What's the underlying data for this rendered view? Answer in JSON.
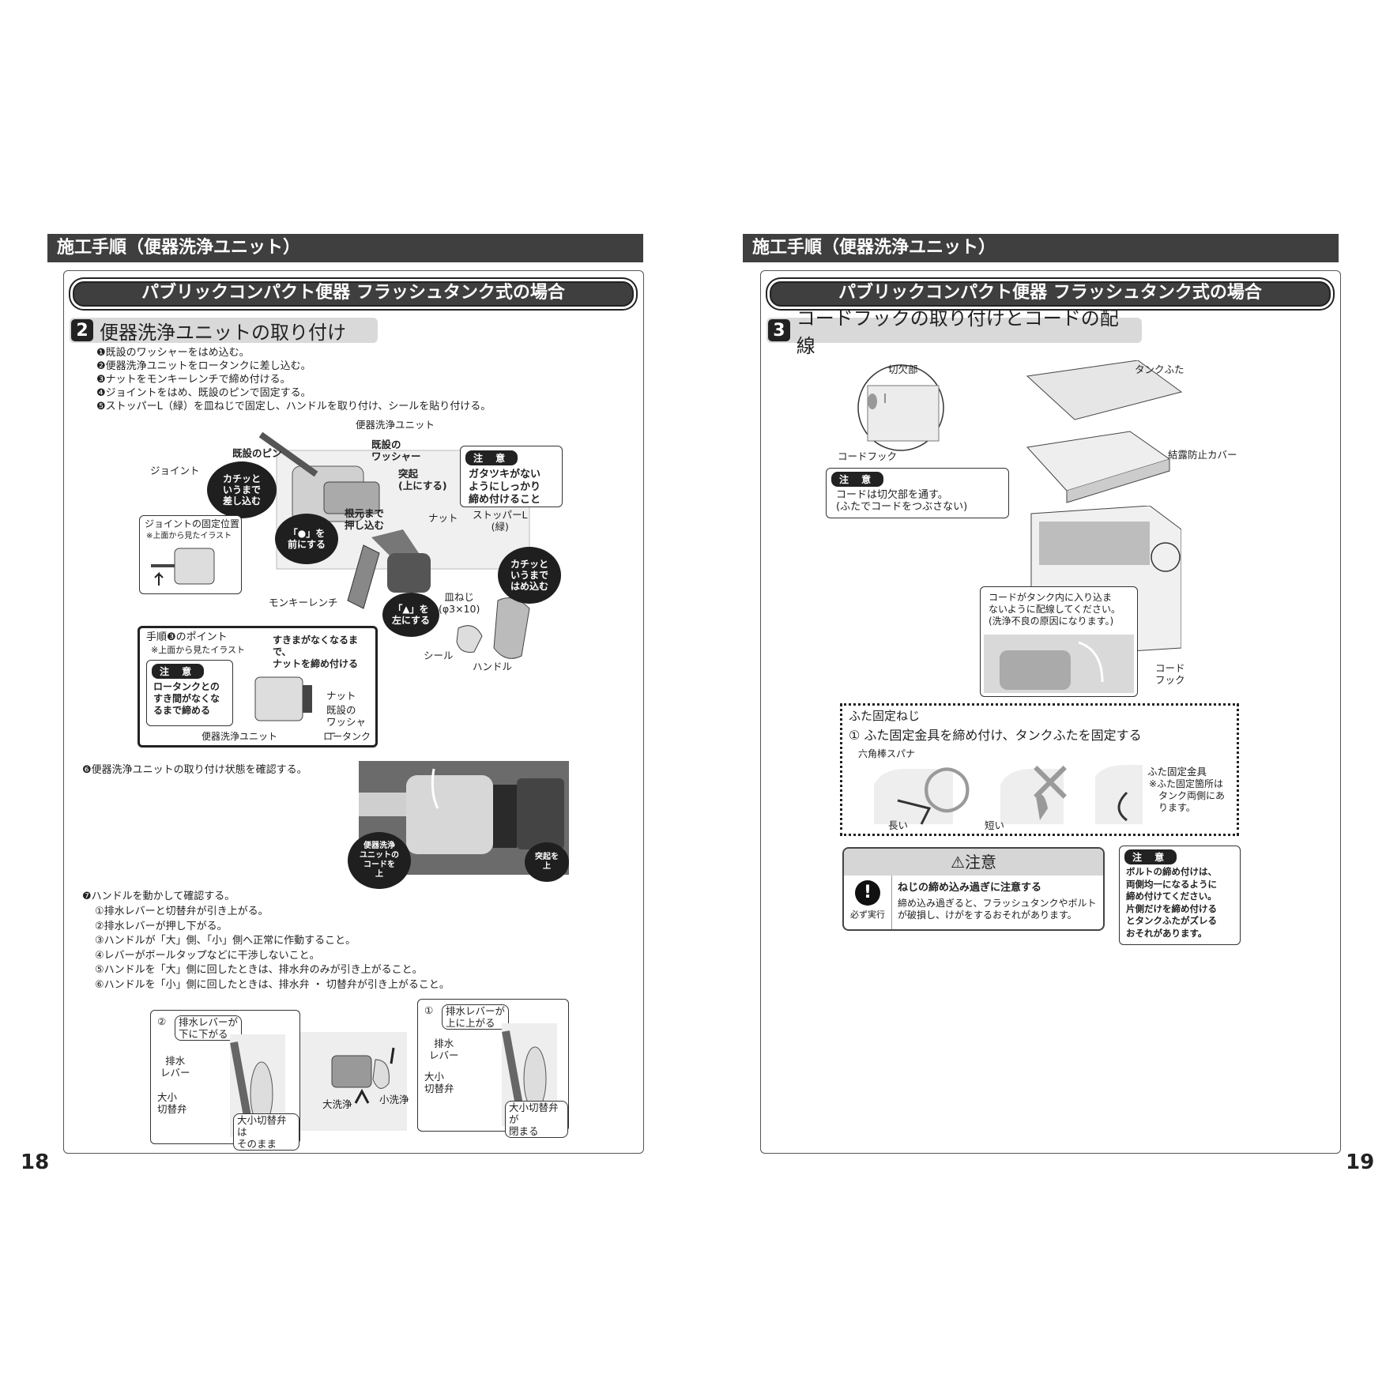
{
  "left": {
    "section_title": "施工手順（便器洗浄ユニット）",
    "banner": "パブリックコンパクト便器 フラッシュタンク式の場合",
    "step_number": "2",
    "step_title": "便器洗浄ユニットの取り付け",
    "instructions": [
      "❶既設のワッシャーをはめ込む。",
      "❷便器洗浄ユニットをロータンクに差し込む。",
      "❸ナットをモンキーレンチで締め付ける。",
      "❹ジョイントをはめ、既設のピンで固定する。",
      "❺ストッパーL（緑）を皿ねじで固定し、ハンドルを取り付け、シールを貼り付ける。"
    ],
    "diagram_labels": {
      "unit": "便器洗浄ユニット",
      "existing_pin": "既設のピン",
      "existing_washer": "既設の\nワッシャー",
      "joint": "ジョイント",
      "bubble_click_insert": "カチッと\nいうまで\n差し込む",
      "protrusion": "突起\n(上にする)",
      "push_to_base": "根元まで\n押し込む",
      "dot_front": "「●」を\n前にする",
      "joint_position": "ジョイントの固定位置",
      "joint_position_note": "※上面から見たイラスト",
      "nut": "ナット",
      "stopper": "ストッパーL\n(緑)",
      "bubble_click_fit": "カチッと\nいうまで\nはめ込む",
      "triangle_left": "「▲」を\n左にする",
      "screw": "皿ねじ\n(φ3×10)",
      "wrench": "モンキーレンチ",
      "seal": "シール",
      "handle": "ハンドル"
    },
    "caution1": {
      "tag": "注 意",
      "text": "ガタツキがない\nようにしっかり\n締め付けること"
    },
    "point_box": {
      "title": "手順❸のポイント",
      "note": "※上面から見たイラスト",
      "emphasis": "すきまがなくなるまで、\nナットを締め付ける",
      "tag": "注 意",
      "caution": "ロータンクとの\nすき間がなくな\nるまで締める",
      "nut": "ナット",
      "washer": "既設の\nワッシャー",
      "unit": "便器洗浄ユニット",
      "tank": "ロータンク"
    },
    "step6": "❻便器洗浄ユニットの取り付け状態を確認する。",
    "photo_labels": {
      "cord_up": "便器洗浄\nユニットの\nコードを\n上",
      "protrusion_up": "突起を\n上"
    },
    "step7": "❼ハンドルを動かして確認する。",
    "checks": [
      "①排水レバーと切替弁が引き上がる。",
      "②排水レバーが押し下がる。",
      "③ハンドルが「大」側、「小」側へ正常に作動すること。",
      "④レバーがボールタップなどに干渉しないこと。",
      "⑤ハンドルを「大」側に回したときは、排水弁のみが引き上がること。",
      "⑥ハンドルを「小」側に回したときは、排水弁 ・ 切替弁が引き上がること。"
    ],
    "bottom_diagram": {
      "n2": "②",
      "lever_down": "排水レバーが\n下に下がる",
      "lever": "排水\nレバー",
      "valve": "大小\n切替弁",
      "valve_same": "大小切替弁は\nそのまま",
      "big_flush": "大洗浄",
      "small_flush": "小洗浄",
      "n1": "①",
      "lever_up": "排水レバーが\n上に上がる",
      "lever_r": "排水\nレバー",
      "valve_r": "大小\n切替弁",
      "valve_closed": "大小切替弁が\n閉まる"
    },
    "page_number": "18"
  },
  "right": {
    "section_title": "施工手順（便器洗浄ユニット）",
    "banner": "パブリックコンパクト便器 フラッシュタンク式の場合",
    "step_number": "3",
    "step_title": "コードフックの取り付けとコードの配線",
    "labels": {
      "notch": "切欠部",
      "cord_hook": "コードフック",
      "tank_lid": "タンクふた",
      "cover": "結露防止カバー",
      "route_note": "コードがタンク内に入り込ま\nないように配線してください。\n(洗浄不良の原因になります。)",
      "hook_label": "コード\nフック"
    },
    "caution_cord": {
      "tag": "注 意",
      "text": "コードは切欠部を通す。\n(ふたでコードをつぶさない)"
    },
    "lid_box": {
      "title": "ふた固定ねじ",
      "step": "① ふた固定金具を締め付け、タンクふたを固定する",
      "hex_wrench": "六角棒スパナ",
      "ok_mark": "○",
      "ng_mark": "×",
      "long": "長い",
      "short": "短い",
      "bracket": "ふた固定金具",
      "bracket_note": "※ふた固定箇所は\n　タンク両側にあ\n　ります。"
    },
    "warning": {
      "title": "⚠注意",
      "icon_label": "必ず実行",
      "headline": "ねじの締め込み過ぎに注意する",
      "text": "締め込み過ぎると、フラッシュタンクやボルト\nが破損し、けがをするおそれがあります。"
    },
    "caution_bolt": {
      "tag": "注 意",
      "text": "ボルトの締め付けは、\n両側均一になるように\n締め付けてください。\n片側だけを締め付ける\nとタンクふたがズレる\nおそれがあります。"
    },
    "page_number": "19"
  }
}
